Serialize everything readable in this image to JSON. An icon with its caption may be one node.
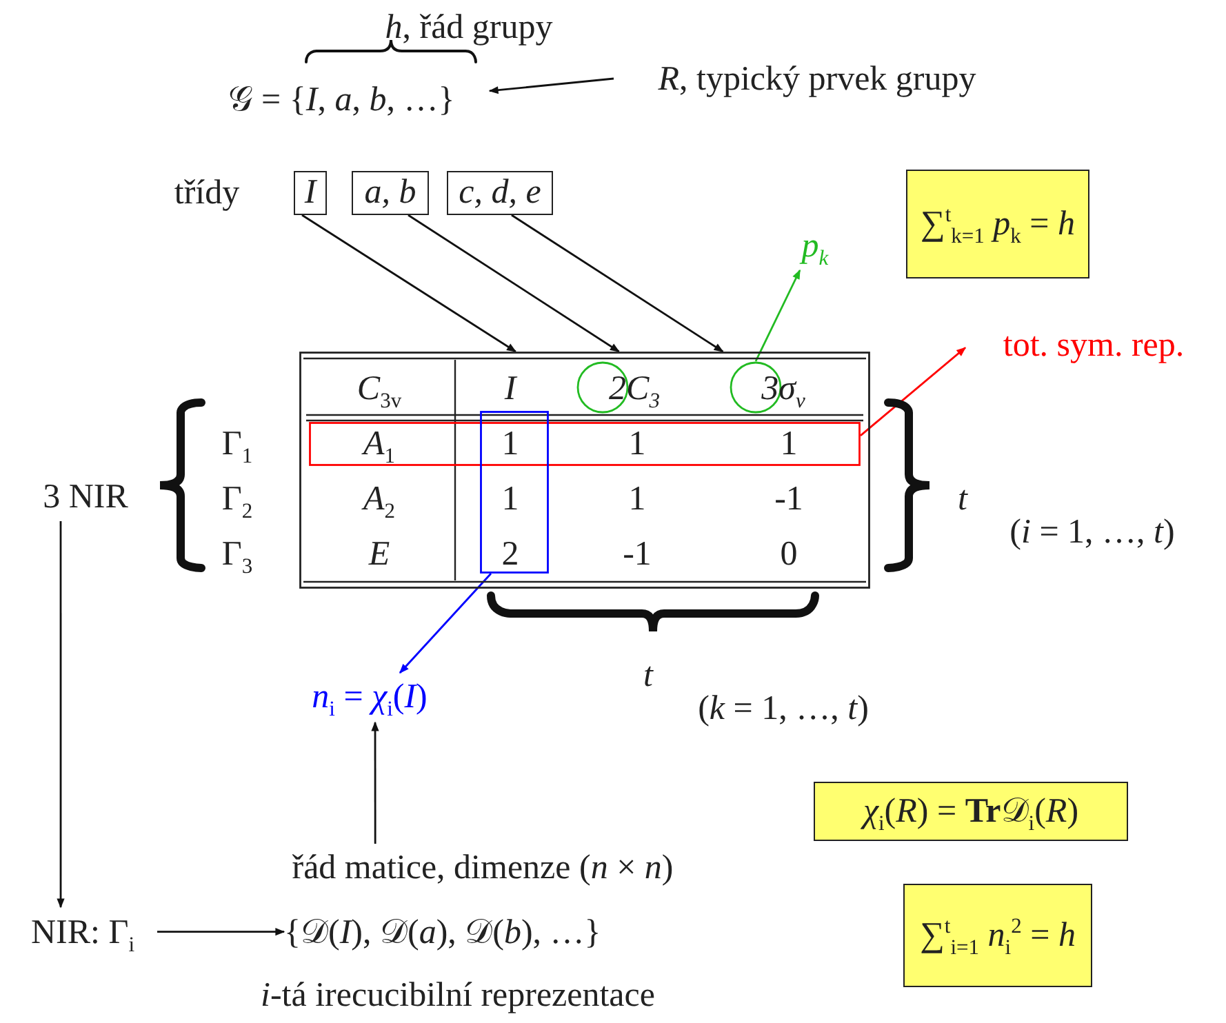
{
  "diagram": {
    "nodes": [
      {
        "text": [
          "𝒢 = {*I*, *a*, *b*, …}"
        ]
      },
      {
        "text": [
          "*R*, typický prvek grupy"
        ]
      },
      {
        "text": [
          "I"
        ]
      },
      {
        "text": [
          "a, b"
        ]
      },
      {
        "text": [
          "c, d, e"
        ]
      },
      {
        "text": [
          "∑$^{t}$$_{k=1}$ *p*$_{k}$ = *h*"
        ]
      },
      {
        "text": [
          "p$_{k}$"
        ]
      },
      {
        "text": [
          "tot. sym. rep."
        ]
      },
      {
        "text": [],
        "shape": "box"
      },
      {
        "text": [],
        "shape": "circle",
        "in": 8
      },
      {
        "text": [],
        "shape": "circle",
        "in": 8
      },
      {
        "text": [],
        "shape": "box",
        "in": 8
      },
      {
        "text": [],
        "shape": "box",
        "in": 8
      },
      {
        "text": [
          "3 NIR"
        ]
      },
      {
        "text": [
          "*n*$_{i}$ = *χ*$_{i}$(*I*)"
        ]
      },
      {
        "text": [
          "*χ*$_{i}$(*R*) = **Tr**𝒟$_{i}$(*R*)"
        ]
      },
      {
        "text": [
          "řád matice, dimenze (*n* × *n*)"
        ]
      },
      {
        "text": [
          "NIR: Γ$_{i}$"
        ]
      },
      {
        "text": [
          "{𝒟(*I*), 𝒟(*a*), 𝒟(*b*), …}"
        ]
      },
      {
        "text": [
          "∑$^{t}$$_{i=1}$ *n*$_{i}$$^{2}$ = *h*"
        ]
      }
    ],
    "edges": [
      {
        "from": 1,
        "to": 0,
        "arrow": "to"
      },
      {
        "from": 2,
        "to": 8,
        "arrow": "to"
      },
      {
        "from": 3,
        "to": 8,
        "arrow": "to"
      },
      {
        "from": 4,
        "to": 8,
        "arrow": "to"
      },
      {
        "from": 10,
        "to": 6,
        "arrow": "to",
        "color": "#22bb22"
      },
      {
        "from": 11,
        "to": 7,
        "arrow": "to",
        "color": "#ff0000"
      },
      {
        "from": 12,
        "to": 14,
        "arrow": "to",
        "color": "#0000ff"
      },
      {
        "from": 16,
        "to": 14,
        "arrow": "to"
      },
      {
        "from": 13,
        "to": 17,
        "arrow": "to"
      },
      {
        "from": 17,
        "to": 18,
        "arrow": "to"
      }
    ],
    "labels": [
      "*h*, řád grupy",
      "třídy",
      "*C*$_{3v}$",
      "I",
      "2C$_{3}$",
      "3σ$_{v}$",
      "Γ$_{1}$",
      "*A*$_{1}$",
      "1",
      "1",
      "1",
      "Γ$_{2}$",
      "*A*$_{2}$",
      "1",
      "1",
      "-1",
      "Γ$_{3}$",
      "E",
      "2",
      "-1",
      "0",
      "t",
      "(*i* = 1, …, *t*)",
      "t",
      "(*k* = 1, …, *t*)",
      "*i*-tá irecucibilní reprezentace"
    ]
  }
}
